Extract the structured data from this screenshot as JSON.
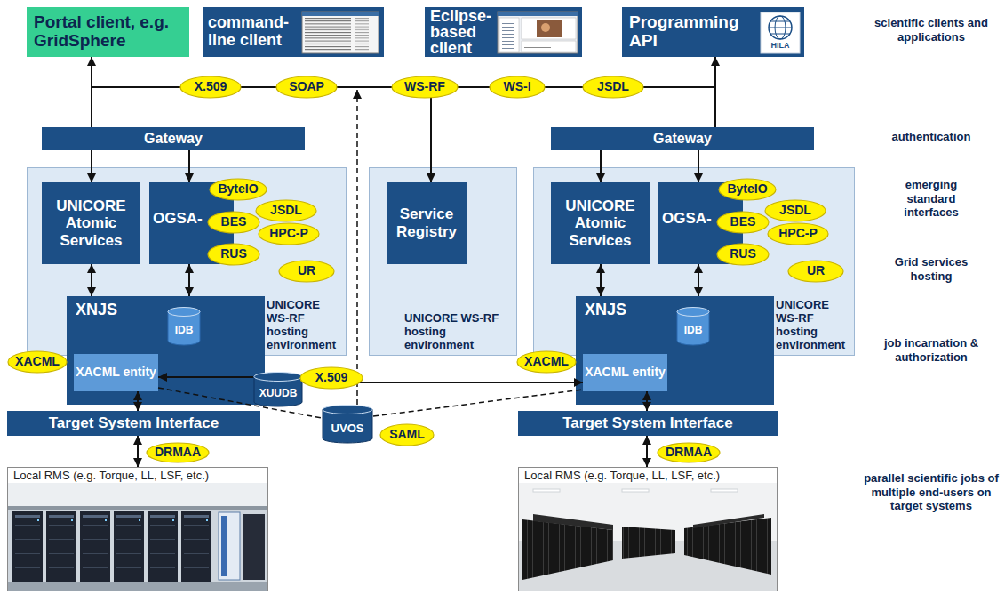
{
  "diagram": {
    "nodes": [
      {
        "text": [
          "Portal client, e.g. GridSphere"
        ]
      },
      {
        "text": [
          "command-line client"
        ]
      },
      {
        "text": [
          "Eclipse-based client"
        ]
      },
      {
        "text": [
          "Programming API"
        ]
      },
      {
        "text": [
          "X.509"
        ]
      },
      {
        "text": [
          "SOAP"
        ]
      },
      {
        "text": [
          "WS-RF"
        ]
      },
      {
        "text": [
          "WS-I"
        ]
      },
      {
        "text": [
          "JSDL"
        ]
      },
      {
        "text": [
          "Gateway"
        ]
      },
      {
        "text": [
          "Gateway"
        ]
      },
      {
        "text": [
          "UNICORE WS-RF hosting environment"
        ]
      },
      {
        "text": [
          "UNICORE Atomic Services"
        ],
        "in": 11
      },
      {
        "text": [
          "OGSA-"
        ],
        "in": 11
      },
      {
        "text": [
          "ByteIO"
        ],
        "in": 11
      },
      {
        "text": [
          "BES"
        ],
        "in": 11
      },
      {
        "text": [
          "JSDL"
        ],
        "in": 11
      },
      {
        "text": [
          "HPC-P"
        ],
        "in": 11
      },
      {
        "text": [
          "RUS"
        ],
        "in": 11
      },
      {
        "text": [
          "UR"
        ],
        "in": 11
      },
      {
        "text": [
          "XNJS"
        ]
      },
      {
        "text": [
          "IDB"
        ],
        "in": 20
      },
      {
        "text": [
          "XACML entity"
        ],
        "in": 20
      },
      {
        "text": [
          "XACML"
        ]
      },
      {
        "text": [
          "UNICORE WS-RF hosting environment"
        ]
      },
      {
        "text": [
          "Service Registry"
        ],
        "in": 24
      },
      {
        "text": [
          "UNICORE WS-RF hosting environment"
        ]
      },
      {
        "text": [
          "UNICORE Atomic Services"
        ],
        "in": 26
      },
      {
        "text": [
          "OGSA-"
        ],
        "in": 26
      },
      {
        "text": [
          "ByteIO"
        ],
        "in": 26
      },
      {
        "text": [
          "BES"
        ],
        "in": 26
      },
      {
        "text": [
          "JSDL"
        ],
        "in": 26
      },
      {
        "text": [
          "HPC-P"
        ],
        "in": 26
      },
      {
        "text": [
          "RUS"
        ],
        "in": 26
      },
      {
        "text": [
          "UR"
        ],
        "in": 26
      },
      {
        "text": [
          "XNJS"
        ]
      },
      {
        "text": [
          "IDB"
        ],
        "in": 35
      },
      {
        "text": [
          "XACML entity"
        ],
        "in": 35
      },
      {
        "text": [
          "XACML"
        ]
      },
      {
        "text": [
          "XUUDB"
        ]
      },
      {
        "text": [
          "X.509"
        ]
      },
      {
        "text": [
          "UVOS"
        ]
      },
      {
        "text": [
          "SAML"
        ]
      },
      {
        "text": [
          "Target System Interface"
        ]
      },
      {
        "text": [
          "DRMAA"
        ]
      },
      {
        "text": [
          "Local RMS (e.g. Torque, LL, LSF, etc.)"
        ]
      },
      {
        "text": [
          "Target System Interface"
        ]
      },
      {
        "text": [
          "DRMAA"
        ]
      },
      {
        "text": [
          "Local RMS (e.g. Torque, LL, LSF, etc.)"
        ]
      }
    ],
    "edges": [
      {
        "from": 9,
        "to": 0,
        "arrow": "to"
      },
      {
        "from": 10,
        "to": 3,
        "arrow": "to"
      },
      {
        "from": 9,
        "to": 25,
        "arrow": "to"
      },
      {
        "from": 9,
        "to": 12,
        "arrow": "to"
      },
      {
        "from": 9,
        "to": 13,
        "arrow": "to"
      },
      {
        "from": 10,
        "to": 27,
        "arrow": "to"
      },
      {
        "from": 10,
        "to": 28,
        "arrow": "to"
      },
      {
        "from": 12,
        "to": 20,
        "arrow": "both"
      },
      {
        "from": 13,
        "to": 20,
        "arrow": "both"
      },
      {
        "from": 27,
        "to": 35,
        "arrow": "both"
      },
      {
        "from": 28,
        "to": 35,
        "arrow": "both"
      },
      {
        "from": 22,
        "to": 43,
        "arrow": "both"
      },
      {
        "from": 37,
        "to": 46,
        "arrow": "both"
      },
      {
        "from": 43,
        "to": 45,
        "arrow": "both"
      },
      {
        "from": 46,
        "to": 48,
        "arrow": "both"
      },
      {
        "from": 39,
        "to": 22,
        "arrow": "to"
      },
      {
        "from": 39,
        "to": 37,
        "arrow": "to"
      },
      {
        "from": 22,
        "to": 41,
        "arrow": "none"
      },
      {
        "from": 41,
        "to": 37,
        "arrow": "none"
      }
    ],
    "labels": [
      "scientific clients and applications",
      "authentication",
      "emerging standard interfaces",
      "Grid services hosting",
      "job incarnation & authorization",
      "parallel scientific jobs of multiple end-users on target systems",
      "HILA"
    ]
  }
}
